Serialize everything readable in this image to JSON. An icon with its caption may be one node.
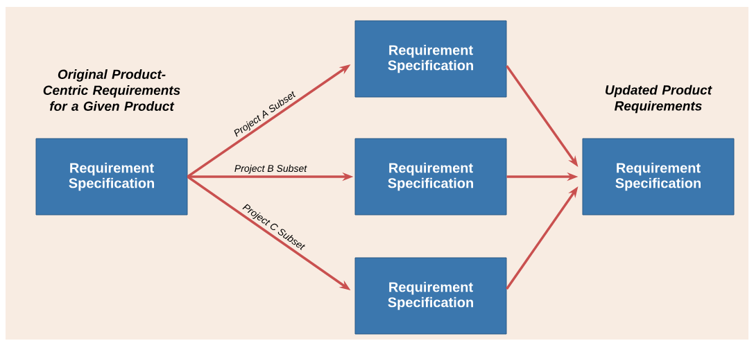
{
  "diagram": {
    "nodes": [
      {
        "text": [
          "Original Product-Centric Requirements for a Given Product",
          "Requirement Specification"
        ]
      },
      {
        "text": [
          "Requirement Specification"
        ]
      },
      {
        "text": [
          "Requirement Specification"
        ]
      },
      {
        "text": [
          "Requirement Specification"
        ]
      },
      {
        "text": [
          "Updated Product Requirements",
          "Requirement Specification"
        ]
      }
    ],
    "edges": [
      {
        "from": 0,
        "to": 1,
        "arrow": "to",
        "label": "Project A Subset"
      },
      {
        "from": 0,
        "to": 2,
        "arrow": "to",
        "label": "Project B Subset"
      },
      {
        "from": 0,
        "to": 3,
        "arrow": "to",
        "label": "Project C Subset"
      },
      {
        "from": 1,
        "to": 4,
        "arrow": "to"
      },
      {
        "from": 2,
        "to": 4,
        "arrow": "to"
      },
      {
        "from": 3,
        "to": 4,
        "arrow": "to"
      }
    ]
  }
}
